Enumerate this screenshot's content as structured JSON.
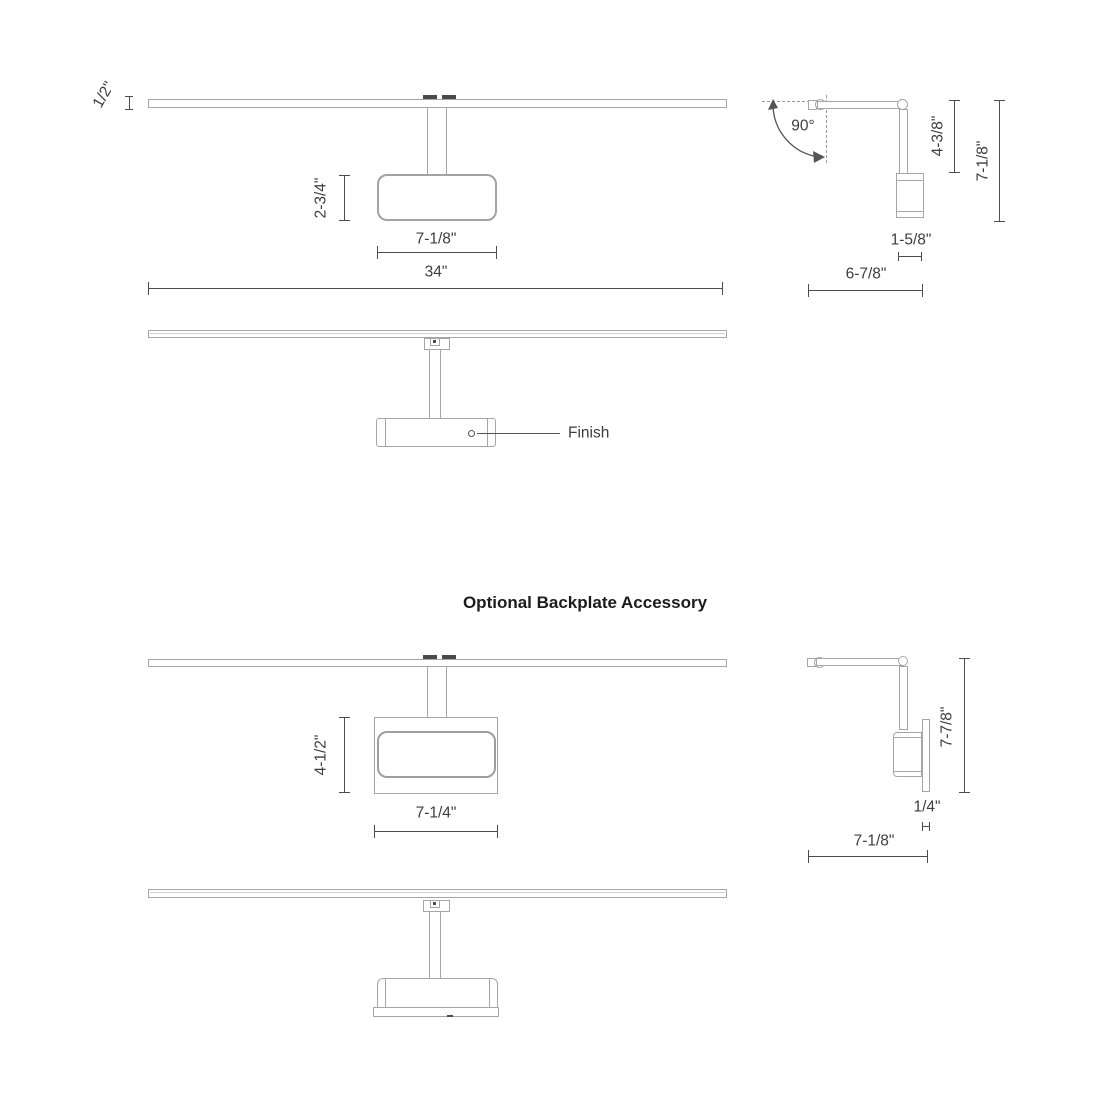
{
  "title": "Optional Backplate Accessory",
  "standard_fixture": {
    "front_view": {
      "bar_thickness": "1/2\"",
      "head_height": "2-3/4\"",
      "head_width": "7-1/8\"",
      "fixture_width": "34\""
    },
    "side_view": {
      "rotation_angle": "90°",
      "drop_to_head": "4-3/8\"",
      "overall_height": "7-1/8\"",
      "head_width": "1-5/8\"",
      "wall_extension": "6-7/8\""
    },
    "back_view": {
      "finish_callout": "Finish"
    }
  },
  "backplate_accessory": {
    "front_view": {
      "backplate_height": "4-1/2\"",
      "backplate_width": "7-1/4\""
    },
    "side_view": {
      "overall_height": "7-7/8\"",
      "backplate_thickness": "1/4\"",
      "wall_extension": "7-1/8\""
    }
  },
  "colors": {
    "object_line": "#a6a6a6",
    "dimension_line": "#4d4d4d",
    "text": "#3d3d3d"
  }
}
